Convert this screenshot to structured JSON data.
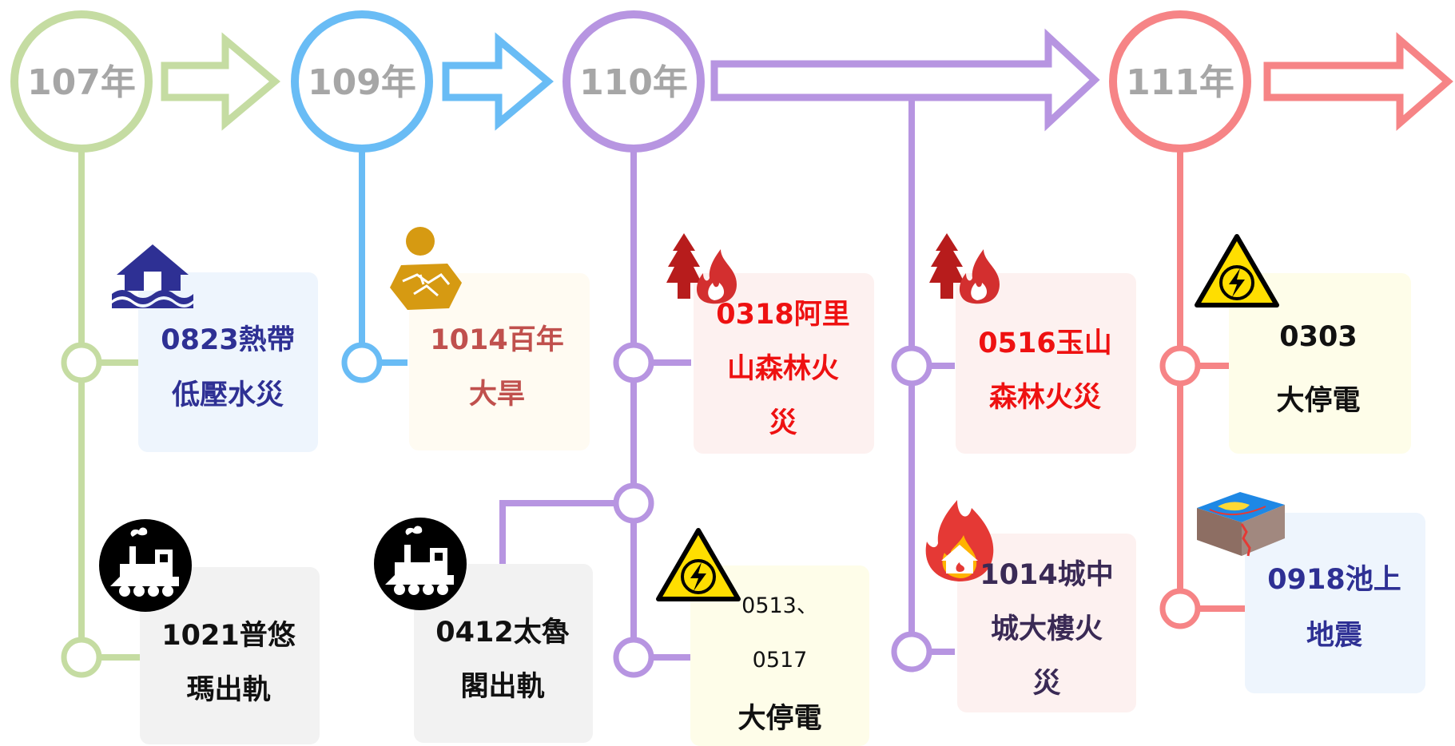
{
  "years": [
    {
      "label": "107年",
      "color": "#c5dca2"
    },
    {
      "label": "109年",
      "color": "#69bcf5"
    },
    {
      "label": "110年",
      "color": "#b795e1"
    },
    {
      "label": "111年",
      "color": "#f68486"
    }
  ],
  "icons": {
    "flood": "flood-house-icon",
    "drought": "drought-icon",
    "forest_fire": "forest-fire-icon",
    "train": "train-icon",
    "power": "high-voltage-icon",
    "house_fire": "house-fire-icon",
    "earthquake": "earthquake-icon"
  },
  "events": {
    "e107_flood": {
      "lines": [
        "0823熱帶",
        "低壓水災"
      ],
      "color": "#2e3094",
      "bg": "#eef5fd"
    },
    "e107_train": {
      "lines": [
        "1021普悠",
        "瑪出軌"
      ],
      "color": "#111111",
      "bg": "#f2f2f2"
    },
    "e109_drought": {
      "lines": [
        "1014百年",
        "大旱"
      ],
      "color": "#c0504d",
      "bg": "#fffbf2"
    },
    "e110_train": {
      "lines": [
        "0412太魯",
        "閣出軌"
      ],
      "color": "#111111",
      "bg": "#f2f2f2"
    },
    "e110_alishan": {
      "lines": [
        "0318阿里",
        "山森林火",
        "災"
      ],
      "color": "#ee1111",
      "bg": "#fdf1f0"
    },
    "e110_power": {
      "lines": [
        "0513、",
        "0517",
        "大停電"
      ],
      "color": "#111111",
      "bg": "#fefde9"
    },
    "e110_yushan": {
      "lines": [
        "0516玉山",
        "森林火災"
      ],
      "color": "#ee1111",
      "bg": "#fdf1f0"
    },
    "e110_building": {
      "lines": [
        "1014城中",
        "城大樓火",
        "災"
      ],
      "color": "#3a2a55",
      "bg": "#fdf1f0"
    },
    "e111_power": {
      "lines": [
        "0303",
        "大停電"
      ],
      "color": "#111111",
      "bg": "#fefde9"
    },
    "e111_quake": {
      "lines": [
        "0918池上",
        "地震"
      ],
      "color": "#2e3094",
      "bg": "#eef5fd"
    }
  }
}
